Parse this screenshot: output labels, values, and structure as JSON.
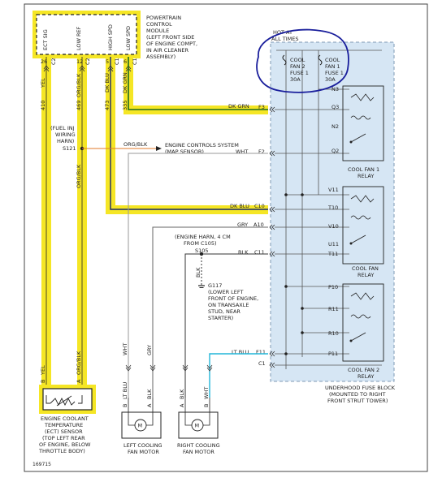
{
  "pcm": {
    "lines": [
      "POWERTRAIN",
      "CONTROL",
      "MODULE",
      "(LEFT FRONT SIDE",
      "OF ENGINE COMPT,",
      "IN AIR CLEANER",
      "ASSEMBLY)"
    ],
    "pins": [
      "ECT SIG",
      "LOW REF",
      "HIGH SPD",
      "LOW SPD"
    ],
    "pin_numbers": [
      "26",
      "12",
      "5",
      "6"
    ],
    "connectors": [
      "C2",
      "C2",
      "C1",
      "C1"
    ]
  },
  "wire_colors_top": [
    "YEL",
    "ORG/BLK",
    "DK BLU",
    "DK GRN"
  ],
  "circuits": [
    "410",
    "469",
    "473",
    "335"
  ],
  "splice_s121": {
    "label_lines": [
      "(FUEL INJ",
      "WIRING",
      "HARN)"
    ],
    "id": "S121",
    "wire": "ORG/BLK",
    "target_lines": [
      "ENGINE CONTROLS SYSTEM",
      "(MAP SENSOR)"
    ]
  },
  "org_blk_lower": "ORG/BLK",
  "hot_at_all_times": [
    "HOT AT",
    "ALL TIMES"
  ],
  "fuses": [
    {
      "lines": [
        "COOL",
        "FAN 2",
        "FUSE 1",
        "30A"
      ]
    },
    {
      "lines": [
        "COOL",
        "FAN 1",
        "FUSE 1",
        "30A"
      ]
    }
  ],
  "fuse_block_terminals": [
    {
      "wire": "DK GRN",
      "pin": "F3"
    },
    {
      "wire": "WHT",
      "pin": "F2"
    },
    {
      "wire": "DK BLU",
      "pin": "C10"
    },
    {
      "wire": "GRY",
      "pin": "A10"
    },
    {
      "wire": "BLK",
      "pin": "C11"
    },
    {
      "wire": "LT BLU",
      "pin": "F11"
    },
    {
      "wire": "",
      "pin": "C1"
    }
  ],
  "relay_pins": {
    "relay1": [
      "N3",
      "Q3",
      "N2",
      "Q2"
    ],
    "relay2": [
      "V11",
      "T10",
      "V10",
      "U11",
      "T11"
    ],
    "relay3": [
      "P10",
      "R11",
      "R10",
      "P11"
    ]
  },
  "relay_labels": [
    [
      "COOL FAN 1",
      "RELAY"
    ],
    [
      "COOL FAN",
      "RELAY"
    ],
    [
      "COOL FAN 2",
      "RELAY"
    ]
  ],
  "engine_harn": [
    "(ENGINE HARN, 4 CM",
    "FROM C105)"
  ],
  "splice_s105": "S105",
  "blk_drop": "BLK",
  "ground": {
    "id": "G117",
    "lines": [
      "(LOWER LEFT",
      "FRONT OF ENGINE,",
      "ON TRANSAXLE",
      "STUD, NEAR",
      "STARTER)"
    ]
  },
  "fuse_block_label": [
    "UNDERHOOD FUSE BLOCK",
    "(MOUNTED TO RIGHT",
    "FRONT STRUT TOWER)"
  ],
  "ect_sensor": {
    "wires": [
      "YEL",
      "ORG/BLK"
    ],
    "pins": [
      "B",
      "A"
    ],
    "lines": [
      "ENGINE COOLANT",
      "TEMPERATURE",
      "(ECT) SENSOR",
      "(TOP LEFT REAR",
      "OF ENGINE, BELOW",
      "THROTTLE BODY)"
    ]
  },
  "vertical_wires": [
    "WHT",
    "GRY"
  ],
  "left_motor": {
    "wires": [
      "LT BLU",
      "BLK"
    ],
    "pins": [
      "B",
      "A"
    ],
    "symbol": "M",
    "lines": [
      "LEFT COOLING",
      "FAN MOTOR"
    ]
  },
  "right_motor": {
    "wires": [
      "BLK",
      "WHT"
    ],
    "pins": [
      "A",
      "B"
    ],
    "symbol": "M",
    "lines": [
      "RIGHT COOLING",
      "FAN MOTOR"
    ]
  },
  "figure_number": "169715",
  "colors": {
    "highlight": "#f5e625",
    "dk_grn": "#1f6b1f",
    "dk_blu": "#1a2a6c",
    "lt_blu": "#22b6d8",
    "wire": "#555555",
    "annotation": "#1a1f9c",
    "fuse_block": "#d6e6f4",
    "fuse_block_border": "#7f9ab5",
    "arrow": "#e07a2a"
  }
}
